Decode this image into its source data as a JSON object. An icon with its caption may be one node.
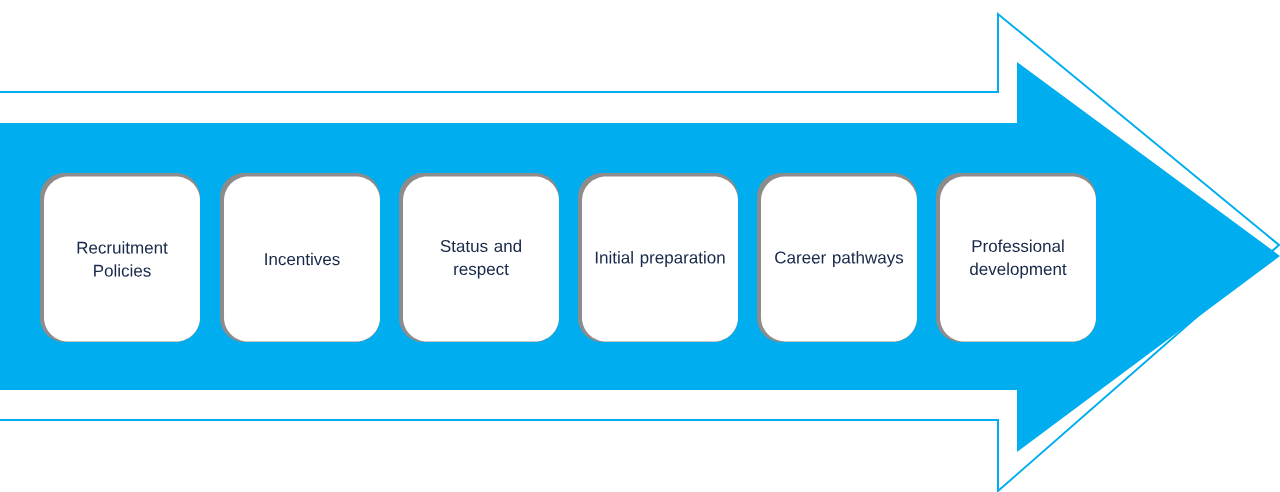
{
  "diagram": {
    "nodes": [
      {
        "text": [
          "Recruitment Policies"
        ]
      },
      {
        "text": [
          "Incentives"
        ]
      },
      {
        "text": [
          "Status and respect"
        ]
      },
      {
        "text": [
          "Initial preparation"
        ]
      },
      {
        "text": [
          "Career pathways"
        ]
      },
      {
        "text": [
          "Professional development"
        ]
      }
    ]
  }
}
